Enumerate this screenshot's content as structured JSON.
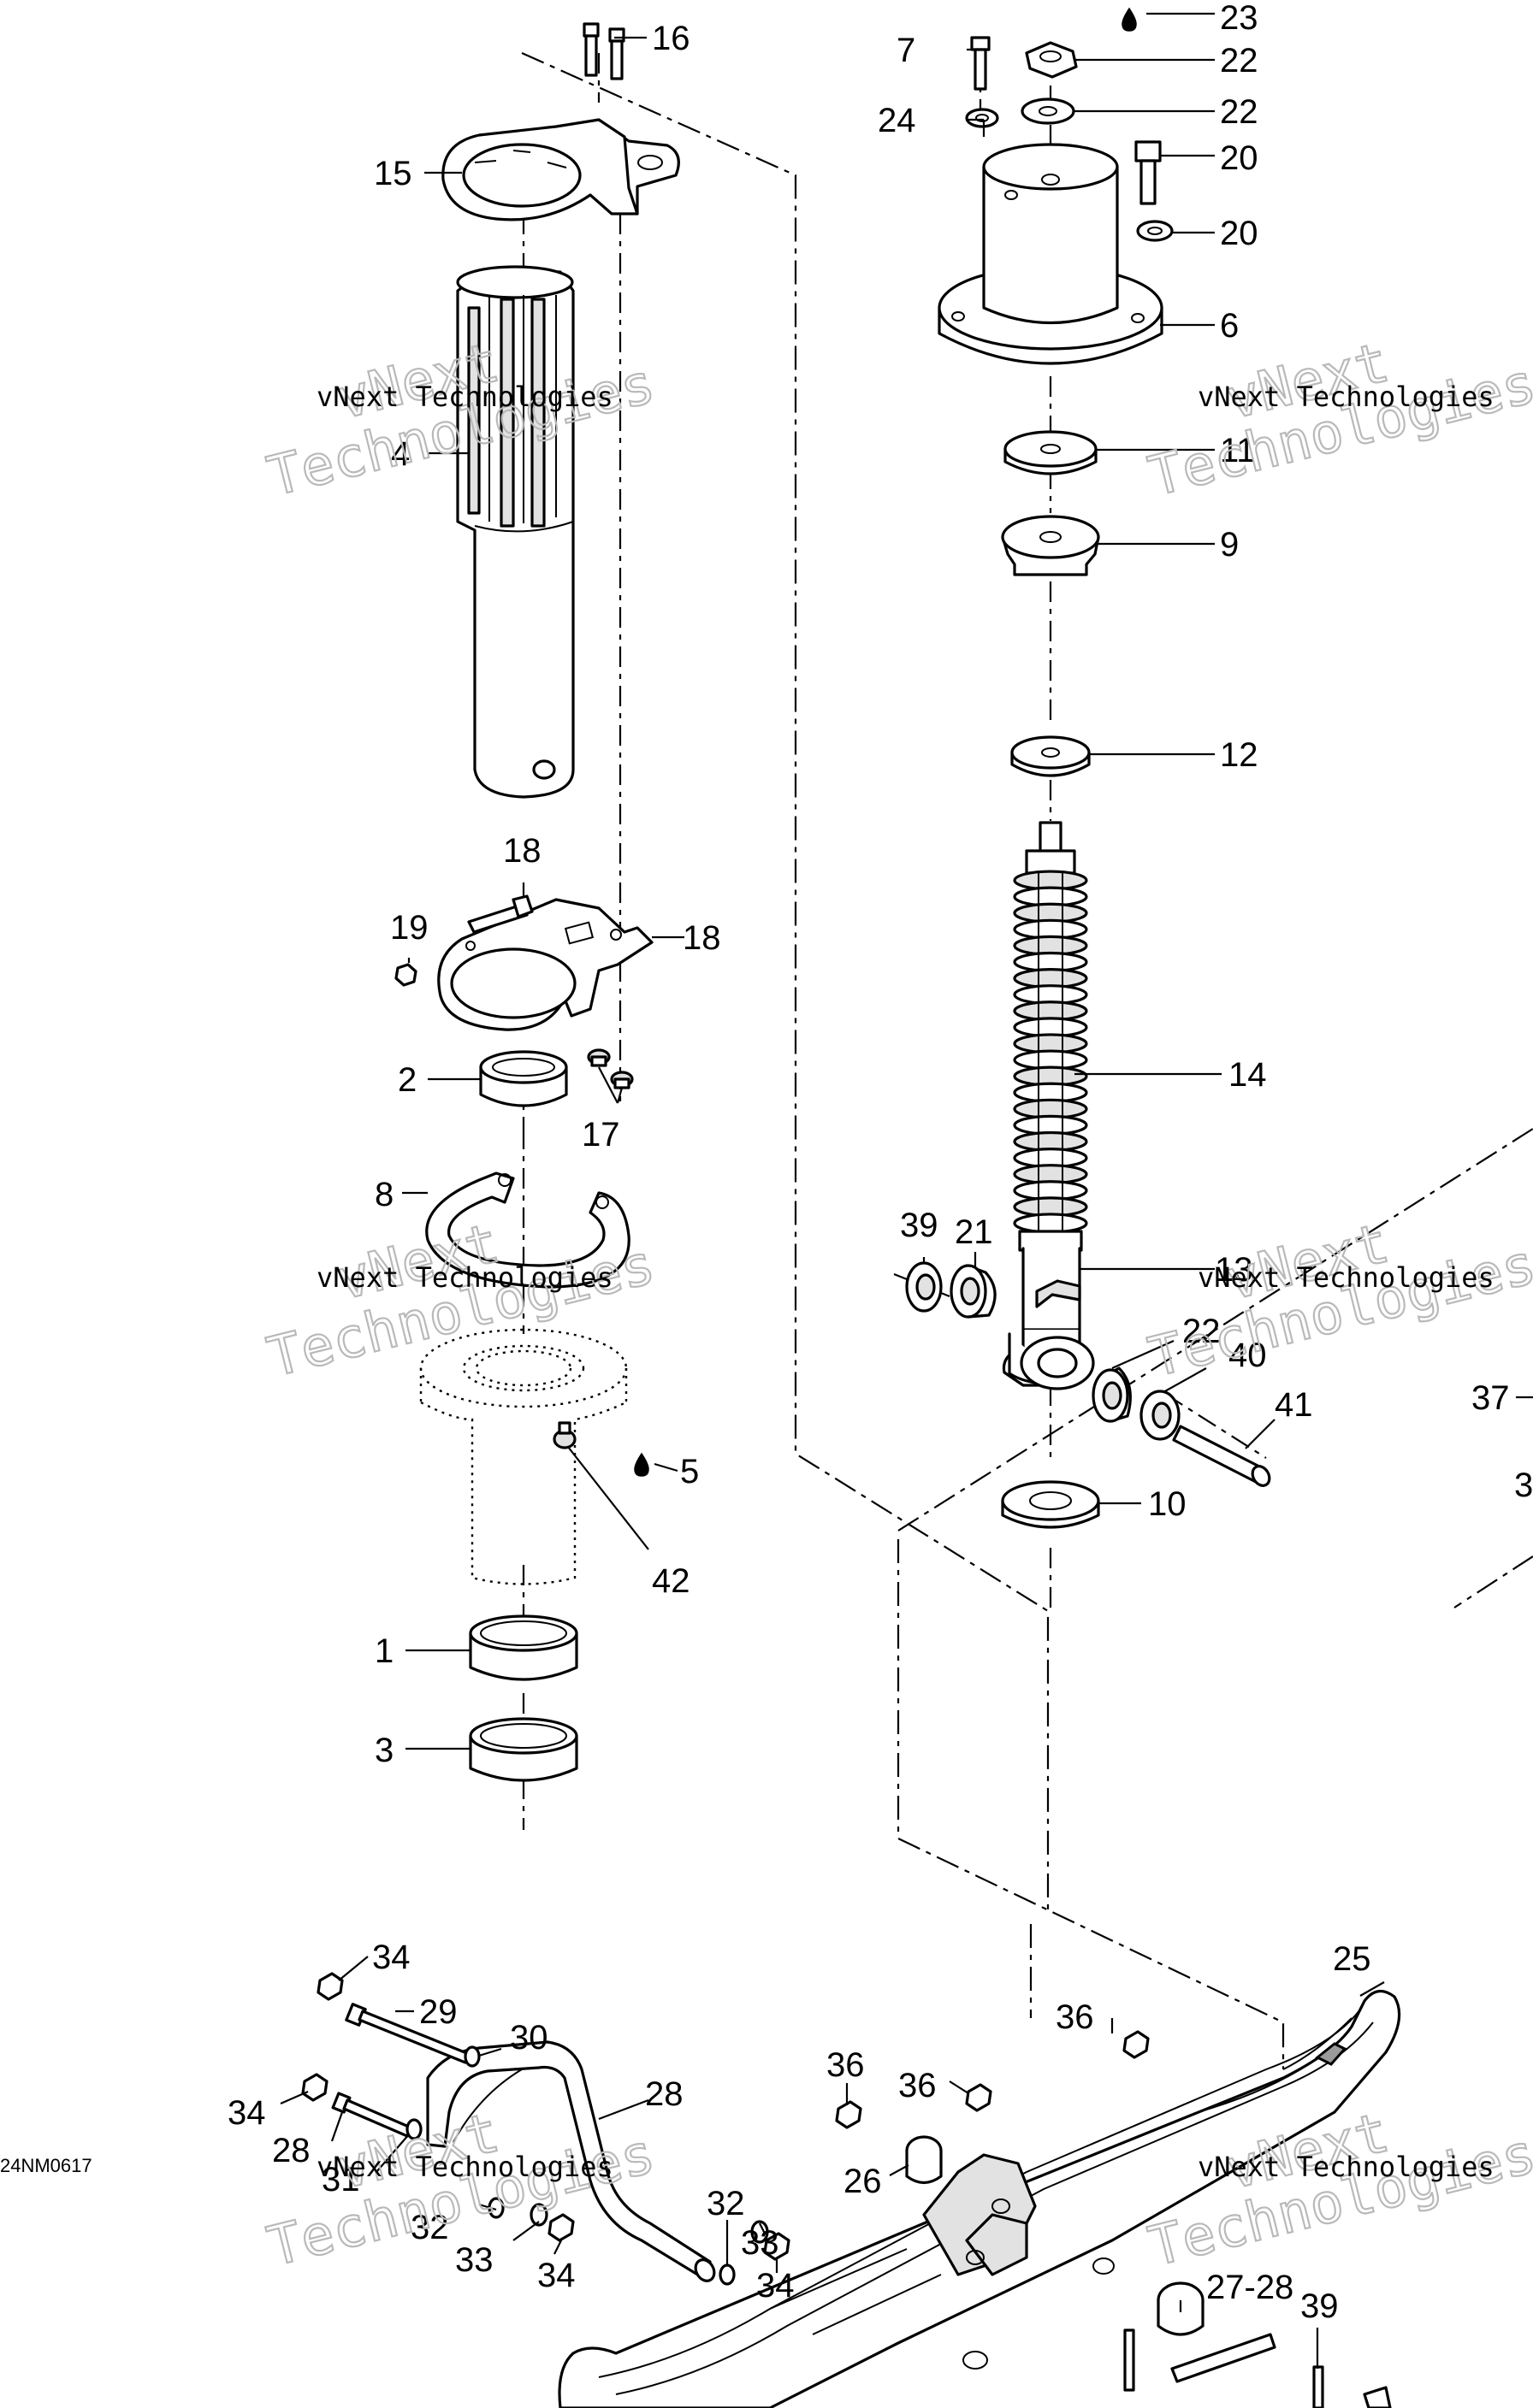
{
  "figure_code": "24NM0617",
  "watermark": {
    "line1": "vNext Technologies",
    "big1": "vNext",
    "big2": "Technologies"
  },
  "callouts": [
    "1",
    "2",
    "3",
    "4",
    "5",
    "6",
    "7",
    "8",
    "9",
    "10",
    "11",
    "12",
    "13",
    "14",
    "15",
    "16",
    "17",
    "18",
    "18",
    "19",
    "20",
    "21",
    "22",
    "22",
    "23",
    "24",
    "25",
    "26",
    "27-28",
    "28",
    "28",
    "29",
    "30",
    "31",
    "32",
    "32",
    "32",
    "32",
    "33",
    "33",
    "34",
    "34",
    "34",
    "34",
    "36",
    "36",
    "36",
    "37",
    "3",
    "39",
    "39",
    "40",
    "41",
    "42"
  ],
  "colors": {
    "line": "#000000",
    "part_fill": "#ffffff",
    "shade": "#e2e2e2",
    "watermark_outline": "#b9b9b9"
  },
  "icons": [
    "oil-drop-icon",
    "oil-drop-icon"
  ]
}
